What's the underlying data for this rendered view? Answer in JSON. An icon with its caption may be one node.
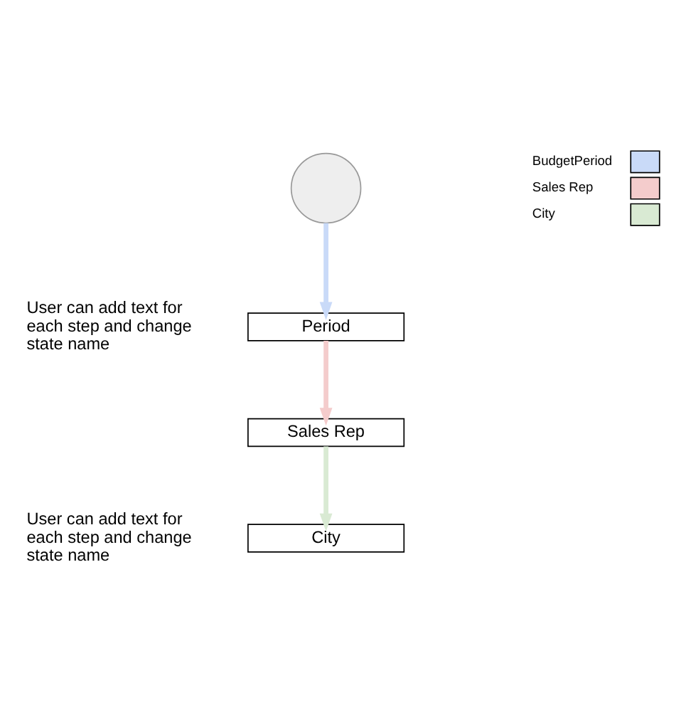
{
  "diagram": {
    "nodes": [
      {
        "text": [],
        "shape": "circle"
      },
      {
        "text": [
          "Period"
        ]
      },
      {
        "text": [
          "Sales Rep"
        ]
      },
      {
        "text": [
          "City"
        ]
      }
    ],
    "edges": [
      {
        "from": 0,
        "to": 1,
        "arrow": "to",
        "color": "#c9daf8"
      },
      {
        "from": 1,
        "to": 2,
        "arrow": "to",
        "color": "#f4cccc"
      },
      {
        "from": 2,
        "to": 3,
        "arrow": "to",
        "color": "#d9ead3"
      }
    ],
    "labels": [
      "User can add text for each step and change state name",
      "User can add text for each step and change state name"
    ],
    "legend": [
      {
        "text": "BudgetPeriod",
        "color": "#c9daf8"
      },
      {
        "text": "Sales Rep",
        "color": "#f4cccc"
      },
      {
        "text": "City",
        "color": "#d9ead3"
      }
    ]
  }
}
